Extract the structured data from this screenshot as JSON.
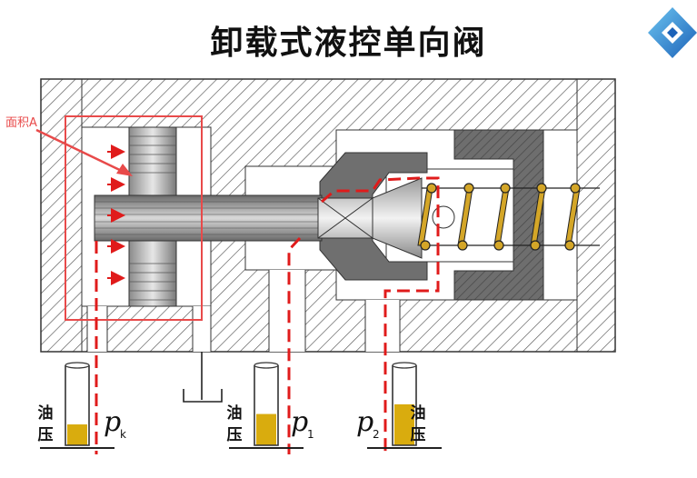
{
  "title": "卸载式液控单向阀",
  "annotation": "面积A",
  "gauges": [
    {
      "id": "pk",
      "symbol": "p",
      "subscript": "k",
      "label_line1": "油",
      "label_line2": "压",
      "fill": 0.28
    },
    {
      "id": "p1",
      "symbol": "p",
      "subscript": "1",
      "label_line1": "油",
      "label_line2": "压",
      "fill": 0.42
    },
    {
      "id": "p2",
      "symbol": "p",
      "subscript": "2",
      "label_line1": "油",
      "label_line2": "压",
      "fill": 0.55
    }
  ],
  "colors": {
    "title": "#111111",
    "oil": "#d9ac0e",
    "spring": "#d4a628",
    "flow_path": "#e01b1b",
    "annotation": "#e84a4a",
    "hatch": "#555555",
    "dark_metal": "#707070",
    "logo": "#2a7fd0"
  },
  "icons": {
    "logo": "diamond-logo-icon"
  }
}
